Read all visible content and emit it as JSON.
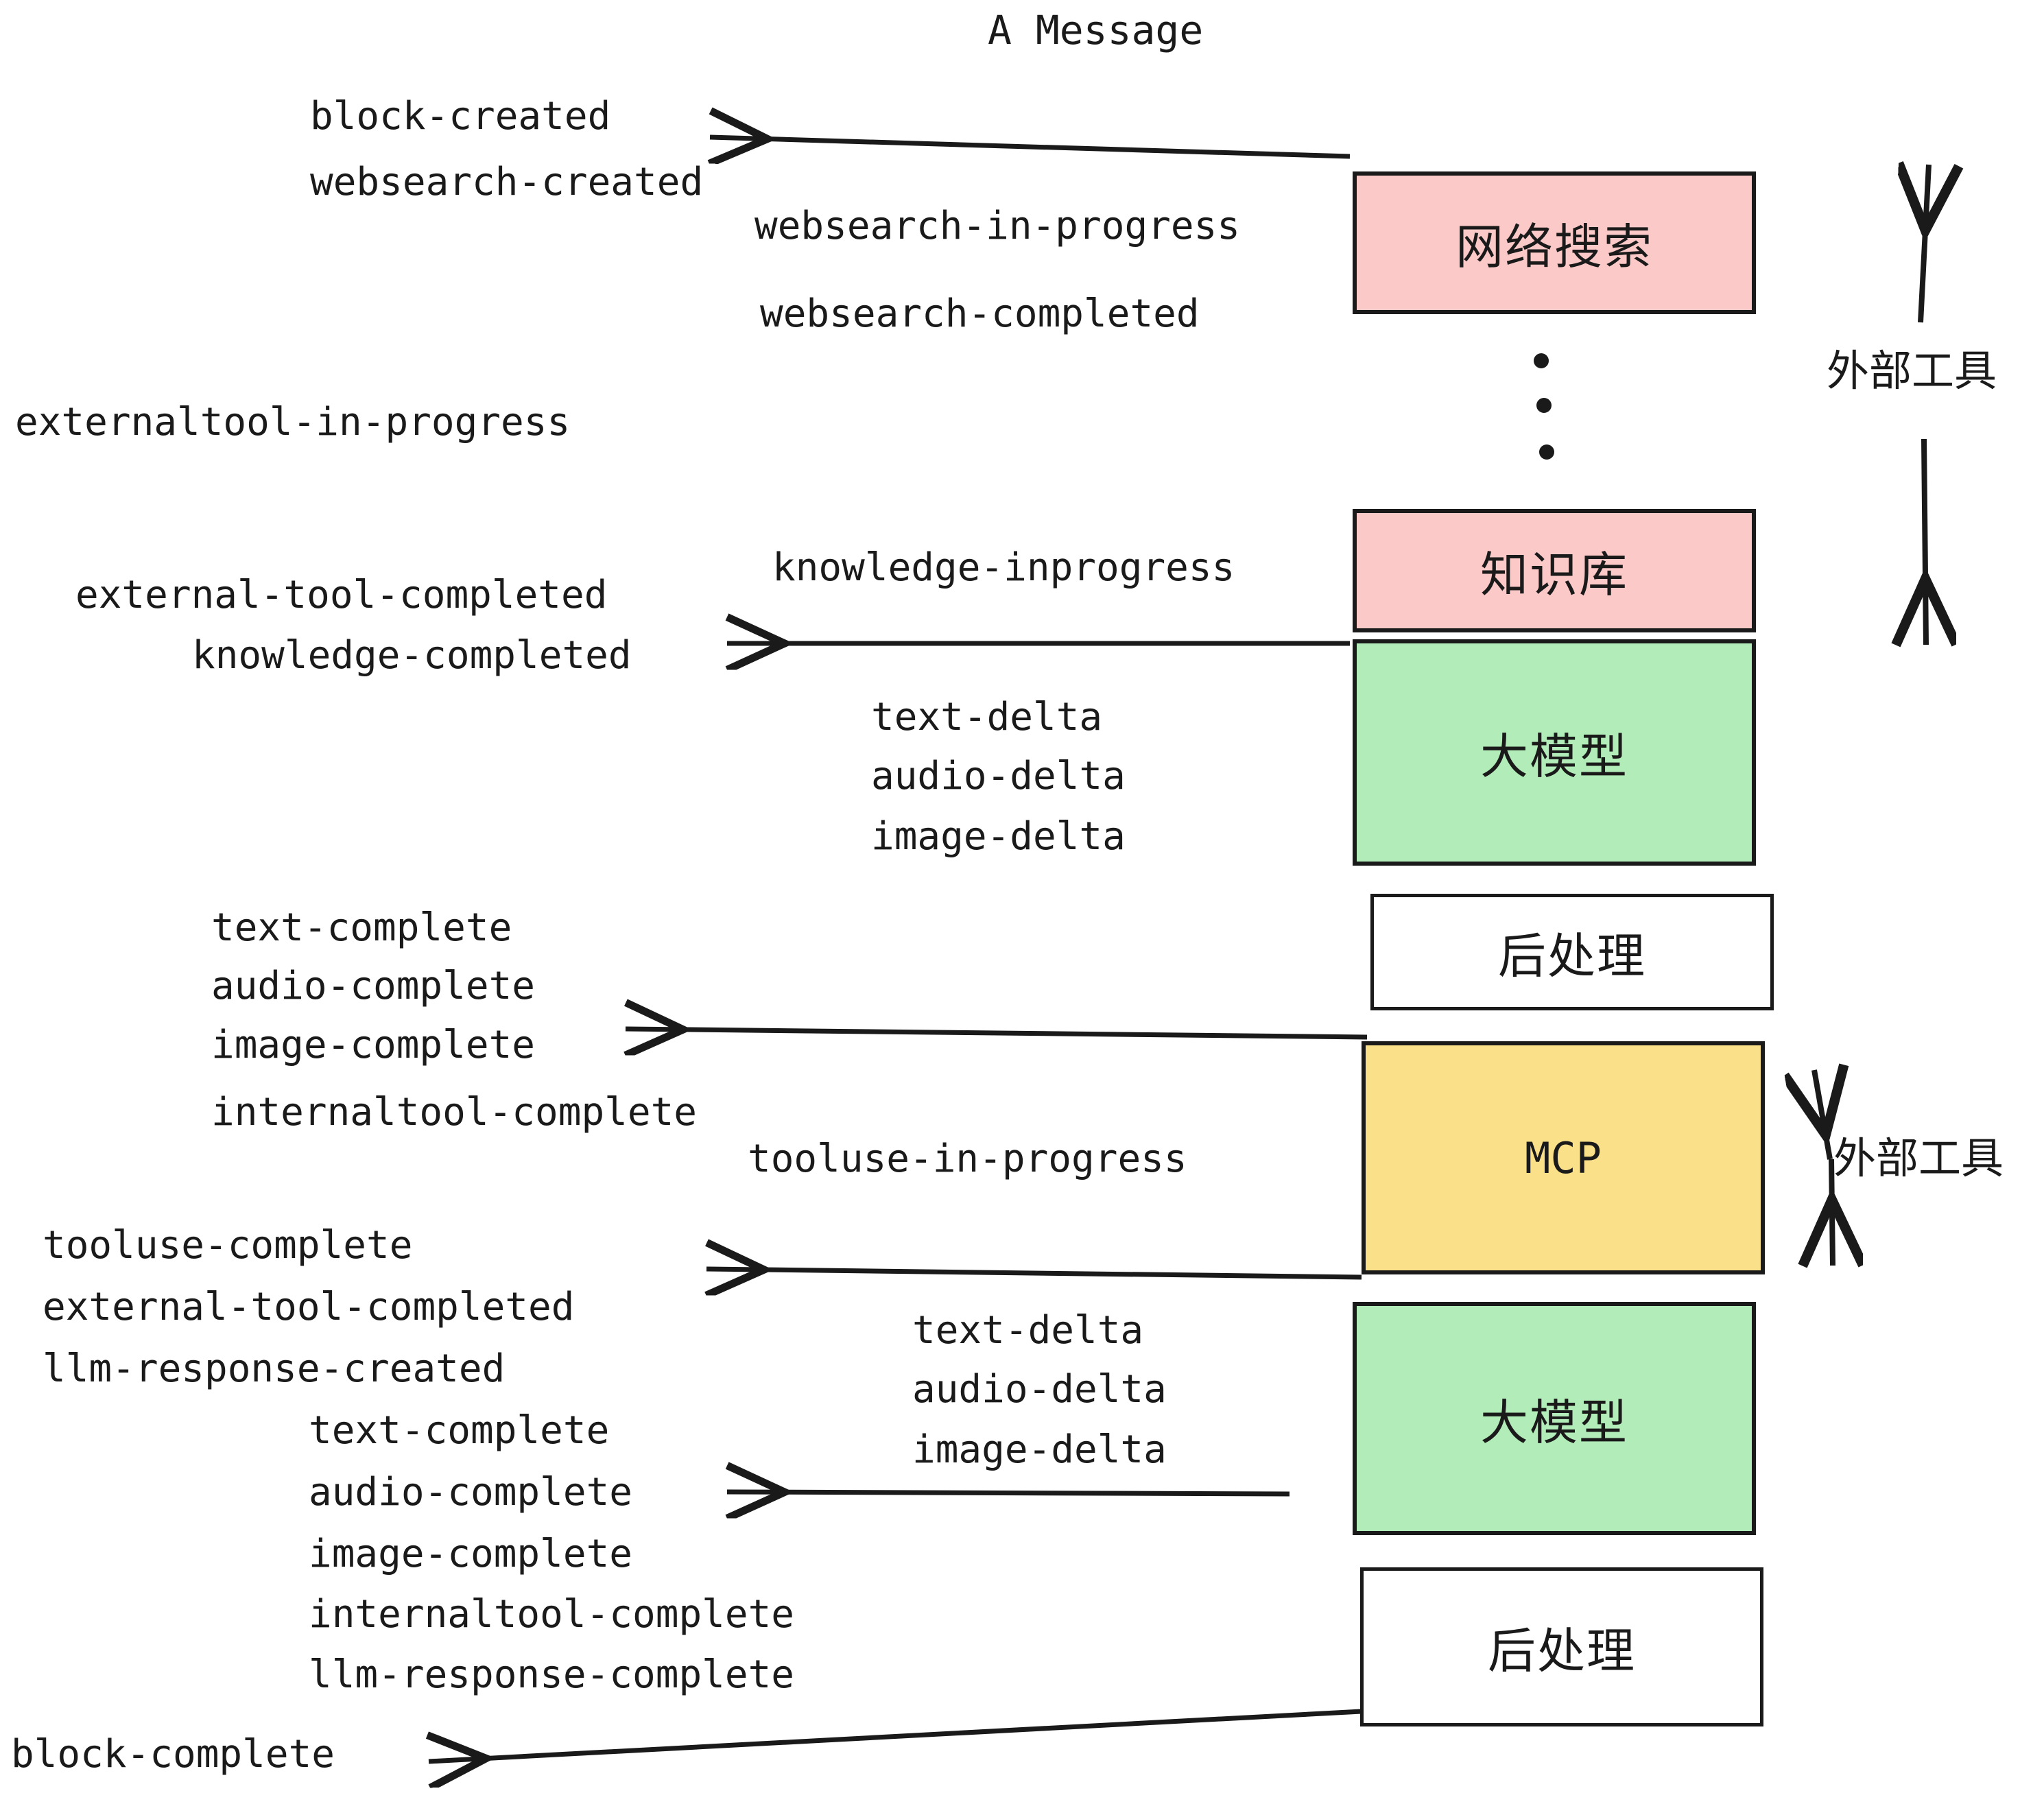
{
  "title": "A Message",
  "colors": {
    "pink": "#fbc9c8",
    "green": "#b2ecb9",
    "yellow": "#fbe08a",
    "white": "#ffffff",
    "stroke": "#1a1a1a"
  },
  "nodes": [
    {
      "id": "websearch",
      "label": "网络搜索",
      "fill": "pink"
    },
    {
      "id": "knowledge",
      "label": "知识库",
      "fill": "pink"
    },
    {
      "id": "llm-top",
      "label": "大模型",
      "fill": "green"
    },
    {
      "id": "postprocess-top",
      "label": "后处理",
      "fill": "white"
    },
    {
      "id": "mcp",
      "label": "MCP",
      "fill": "yellow"
    },
    {
      "id": "llm-bottom",
      "label": "大模型",
      "fill": "green"
    },
    {
      "id": "postprocess-bottom",
      "label": "后处理",
      "fill": "white"
    }
  ],
  "side_labels": [
    {
      "id": "external-tools-top",
      "label": "外部工具"
    },
    {
      "id": "external-tools-bottom",
      "label": "外部工具"
    }
  ],
  "events": [
    {
      "id": "block-created",
      "label": "block-created"
    },
    {
      "id": "websearch-created",
      "label": "websearch-created"
    },
    {
      "id": "websearch-in-progress",
      "label": "websearch-in-progress"
    },
    {
      "id": "websearch-completed",
      "label": "websearch-completed"
    },
    {
      "id": "externaltool-in-progress",
      "label": "externaltool-in-progress"
    },
    {
      "id": "knowledge-inprogress",
      "label": "knowledge-inprogress"
    },
    {
      "id": "external-tool-completed-1",
      "label": "external-tool-completed"
    },
    {
      "id": "knowledge-completed",
      "label": "knowledge-completed"
    },
    {
      "id": "text-delta-1",
      "label": "text-delta"
    },
    {
      "id": "audio-delta-1",
      "label": "audio-delta"
    },
    {
      "id": "image-delta-1",
      "label": "image-delta"
    },
    {
      "id": "text-complete-1",
      "label": "text-complete"
    },
    {
      "id": "audio-complete-1",
      "label": "audio-complete"
    },
    {
      "id": "image-complete-1",
      "label": "image-complete"
    },
    {
      "id": "internaltool-complete-1",
      "label": "internaltool-complete"
    },
    {
      "id": "tooluse-in-progress",
      "label": "tooluse-in-progress"
    },
    {
      "id": "tooluse-complete",
      "label": "tooluse-complete"
    },
    {
      "id": "external-tool-completed-2",
      "label": "external-tool-completed"
    },
    {
      "id": "llm-response-created",
      "label": "llm-response-created"
    },
    {
      "id": "text-delta-2",
      "label": "text-delta"
    },
    {
      "id": "audio-delta-2",
      "label": "audio-delta"
    },
    {
      "id": "image-delta-2",
      "label": "image-delta"
    },
    {
      "id": "text-complete-2",
      "label": "text-complete"
    },
    {
      "id": "audio-complete-2",
      "label": "audio-complete"
    },
    {
      "id": "image-complete-2",
      "label": "image-complete"
    },
    {
      "id": "internaltool-complete-2",
      "label": "internaltool-complete"
    },
    {
      "id": "llm-response-complete",
      "label": "llm-response-complete"
    },
    {
      "id": "block-complete",
      "label": "block-complete"
    }
  ]
}
